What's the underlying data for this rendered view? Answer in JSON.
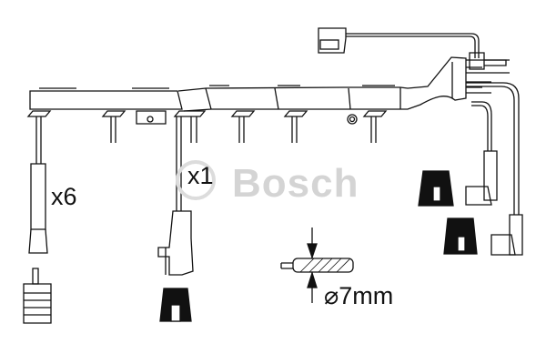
{
  "diagram": {
    "subject": "Ignition cable set",
    "brand_watermark": "Bosch",
    "labels": {
      "plug_lead_quantity": "x6",
      "coil_lead_quantity": "x1",
      "cable_diameter": "⌀7mm"
    },
    "components": [
      {
        "id": "harness-rail",
        "desc": "cable harness rail with 6 plug lead drops"
      },
      {
        "id": "sensor-connector",
        "desc": "3-pin connector at top"
      },
      {
        "id": "spark-plug-boot",
        "desc": "straight spark plug connector",
        "count_label": "x6"
      },
      {
        "id": "coil-connector",
        "desc": "angled coil connector",
        "count_label": "x1"
      },
      {
        "id": "rubber-boot",
        "count": 3
      },
      {
        "id": "distributor-ends",
        "count": 2
      },
      {
        "id": "cable-cross-section",
        "dimension": "7mm"
      }
    ],
    "colors": {
      "line": "#111111",
      "watermark": "#d4d4d4",
      "background": "#ffffff"
    }
  }
}
